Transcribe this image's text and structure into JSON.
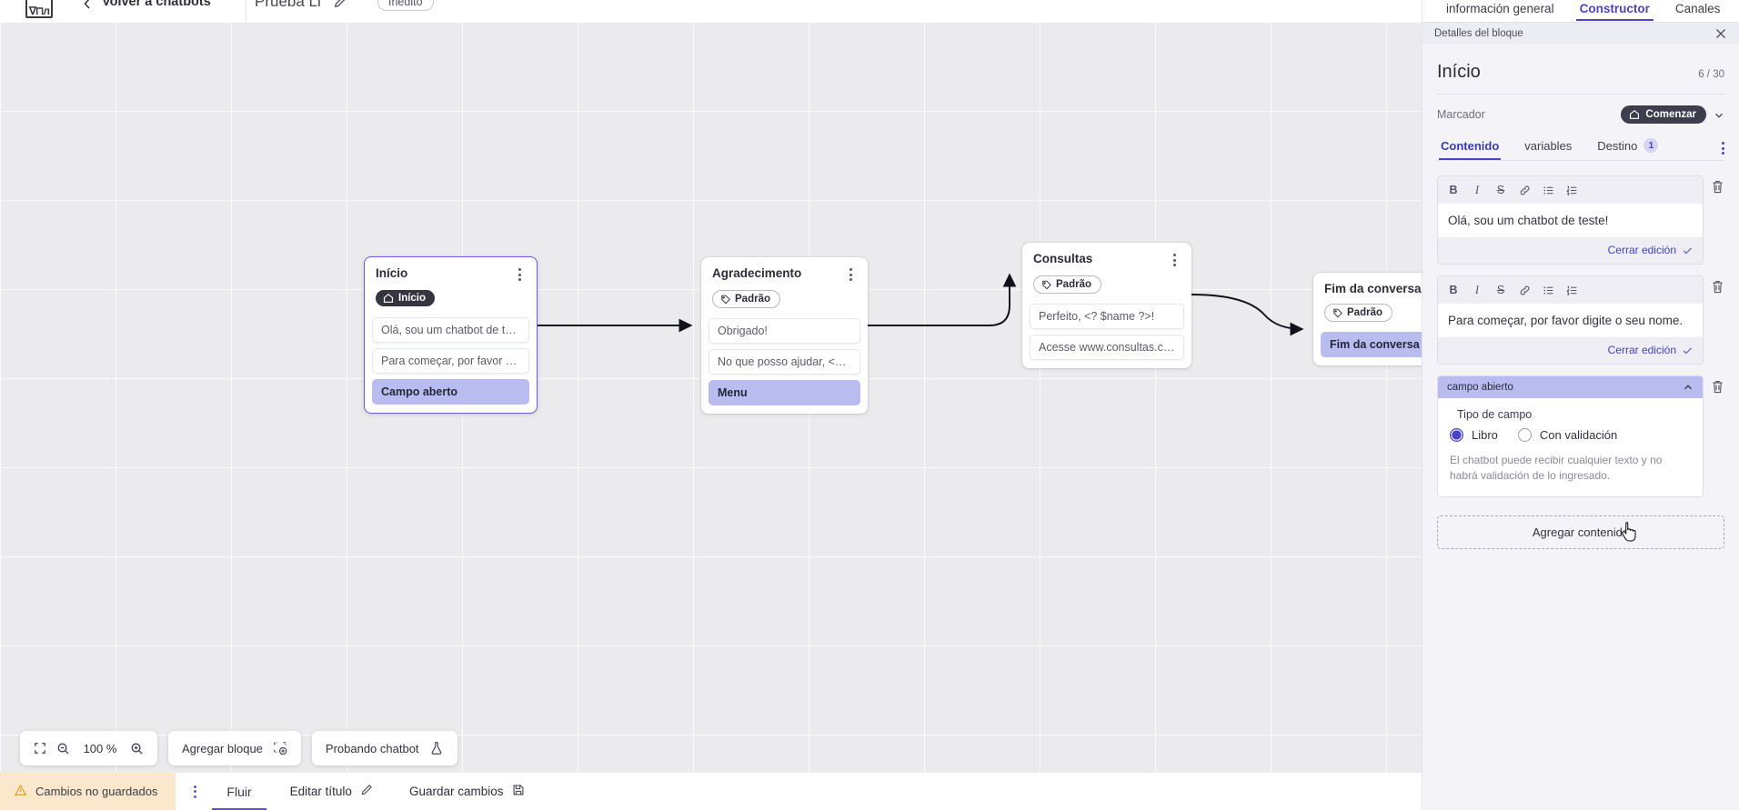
{
  "topbar": {
    "logo_icon": "app-logo-icon",
    "back_icon": "chevron-left-icon",
    "back_label": "Volver a chatbots",
    "bot_title": "Prueba Li",
    "edit_icon": "pencil-icon",
    "status_pill": "Inédito"
  },
  "canvas": {
    "zoom_level": "100 %",
    "fit_icon": "fit-screen-icon",
    "zoom_out_icon": "zoom-out-icon",
    "zoom_in_icon": "zoom-in-icon",
    "add_block_label": "Agregar bloque",
    "add_block_icon": "add-block-icon",
    "test_bot_label": "Probando chatbot",
    "test_bot_icon": "flask-icon",
    "nodes": [
      {
        "id": "inicio",
        "title": "Início",
        "tag": "Início",
        "tag_type": "start",
        "tag_icon": "home-icon",
        "selected": true,
        "rows": [
          {
            "text": "Olá, sou um chatbot de teste!",
            "highlight": false
          },
          {
            "text": "Para começar, por favor digite o ...",
            "highlight": false
          },
          {
            "text": "Campo aberto",
            "highlight": true
          }
        ]
      },
      {
        "id": "agradecimento",
        "title": "Agradecimento",
        "tag": "Padrão",
        "tag_type": "default",
        "tag_icon": "tag-icon",
        "selected": false,
        "rows": [
          {
            "text": "Obrigado!",
            "highlight": false
          },
          {
            "text": "No que posso ajudar, <? $name ...",
            "highlight": false
          },
          {
            "text": "Menu",
            "highlight": true
          }
        ]
      },
      {
        "id": "consultas",
        "title": "Consultas",
        "tag": "Padrão",
        "tag_type": "default",
        "tag_icon": "tag-icon",
        "selected": false,
        "rows": [
          {
            "text": "Perfeito, <? $name ?>!",
            "highlight": false
          },
          {
            "text": "Acesse www.consultas.com par...",
            "highlight": false
          }
        ]
      },
      {
        "id": "fim",
        "title": "Fim da conversa",
        "tag": "Padrão",
        "tag_type": "default",
        "tag_icon": "tag-icon",
        "selected": false,
        "rows": [
          {
            "text": "Fim da conversa",
            "highlight": true
          }
        ]
      }
    ]
  },
  "statusbar": {
    "warning_icon": "warning-triangle-icon",
    "unsaved_label": "Cambios no guardados",
    "kebab_icon": "kebab-menu-icon",
    "flow_tab": "Fluir",
    "edit_title_label": "Editar título",
    "edit_title_icon": "pencil-icon",
    "save_label": "Guardar cambios",
    "save_icon": "save-disk-icon"
  },
  "panel": {
    "tabs": [
      {
        "label": "información general",
        "active": false
      },
      {
        "label": "Constructor",
        "active": true
      },
      {
        "label": "Canales",
        "active": false
      }
    ],
    "subbar_label": "Detalles del bloque",
    "close_icon": "close-icon",
    "block_title": "Início",
    "char_count": "6 / 30",
    "marker_label": "Marcador",
    "marker_pill": "Comenzar",
    "marker_pill_icon": "home-icon",
    "marker_chevron_icon": "chevron-down-icon",
    "content_tabs": [
      {
        "label": "Contenido",
        "active": true,
        "badge": null
      },
      {
        "label": "variables",
        "active": false,
        "badge": null
      },
      {
        "label": "Destino",
        "active": false,
        "badge": "1"
      }
    ],
    "more_icon": "kebab-menu-icon",
    "editor_toolbar": [
      {
        "name": "bold-icon",
        "glyph": "B",
        "cls": "b"
      },
      {
        "name": "italic-icon",
        "glyph": "I",
        "cls": "i"
      },
      {
        "name": "strikethrough-icon",
        "glyph": "S",
        "cls": "s"
      },
      {
        "name": "link-icon",
        "glyph": "",
        "cls": "lnk"
      },
      {
        "name": "bullet-list-icon",
        "glyph": "",
        "cls": "ul"
      },
      {
        "name": "numbered-list-icon",
        "glyph": "",
        "cls": "ol"
      }
    ],
    "blocks": [
      {
        "text": "Olá, sou um chatbot de teste!",
        "close_label": "Cerrar edición",
        "check_icon": "check-icon",
        "delete_icon": "trash-icon"
      },
      {
        "text": "Para começar, por favor digite o seu nome.",
        "close_label": "Cerrar edición",
        "check_icon": "check-icon",
        "delete_icon": "trash-icon"
      }
    ],
    "field_card": {
      "header": "campo abierto",
      "collapse_icon": "chevron-up-icon",
      "delete_icon": "trash-icon",
      "legend": "Tipo de campo",
      "options": [
        {
          "label": "Libro",
          "selected": true
        },
        {
          "label": "Con validación",
          "selected": false
        }
      ],
      "help": "El chatbot puede recibir cualquier texto y no habrá validación de lo ingresado."
    },
    "add_content_label": "Agregar contenido"
  },
  "colors": {
    "accent": "#4a45c7",
    "highlight": "#b9bcee",
    "warning_bg": "#fbe7cb",
    "dark_pill": "#3d3d4b",
    "canvas_bg": "#ebebee"
  }
}
